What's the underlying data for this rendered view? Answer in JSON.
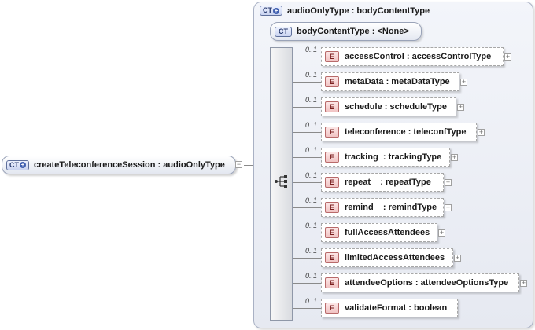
{
  "root": {
    "badge": "CT",
    "label": "createTeleconferenceSession : audioOnlyType",
    "toggle": "−"
  },
  "container": {
    "badge": "CT",
    "title": "audioOnlyType : bodyContentType"
  },
  "base": {
    "badge": "CT",
    "label": "bodyContentType : <None>"
  },
  "sequence": {
    "icon": "sequence-compositor-icon"
  },
  "elements": [
    {
      "badge": "E",
      "label": "accessControl : accessControlType",
      "occurrence": "0..1",
      "expand": "+"
    },
    {
      "badge": "E",
      "label": "metaData : metaDataType",
      "occurrence": "0..1",
      "expand": "+"
    },
    {
      "badge": "E",
      "label": "schedule : scheduleType",
      "occurrence": "0..1",
      "expand": "+"
    },
    {
      "badge": "E",
      "label": "teleconference : teleconfType",
      "occurrence": "0..1",
      "expand": "+"
    },
    {
      "badge": "E",
      "label": "tracking  : trackingType",
      "occurrence": "0..1",
      "expand": "+"
    },
    {
      "badge": "E",
      "label": "repeat    : repeatType",
      "occurrence": "0..1",
      "expand": "+"
    },
    {
      "badge": "E",
      "label": "remind    : remindType",
      "occurrence": "0..1",
      "expand": "+"
    },
    {
      "badge": "E",
      "label": "fullAccessAttendees",
      "occurrence": "0..1",
      "expand": "+"
    },
    {
      "badge": "E",
      "label": "limitedAccessAttendees",
      "occurrence": "0..1",
      "expand": "+"
    },
    {
      "badge": "E",
      "label": "attendeeOptions : attendeeOptionsType",
      "occurrence": "0..1",
      "expand": "+"
    },
    {
      "badge": "E",
      "label": "validateFormat : boolean",
      "occurrence": "0..1",
      "expand": ""
    }
  ],
  "colors": {
    "element_badge": "#f1c3c3",
    "complex_type_badge": "#c9d3f0",
    "container": "#e6e9f1"
  }
}
